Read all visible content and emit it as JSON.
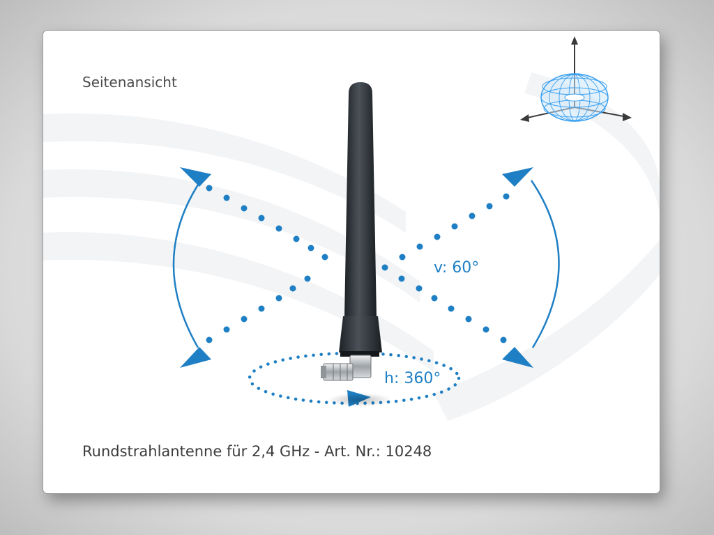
{
  "labels": {
    "view_title": "Seitenansicht",
    "vertical_angle": "v: 60°",
    "horizontal_angle": "h: 360°",
    "product_caption": "Rundstrahlantenne für 2,4 GHz - Art. Nr.: 10248"
  },
  "colors": {
    "accent_blue": "#1f7fc4",
    "antenna_body": "#2e3338",
    "pattern_blue": "#3aa0f0",
    "text_gray": "#4b4b4b"
  },
  "icons": {
    "radiation_pattern": "toroid-radiation-pattern-icon",
    "antenna": "rubber-duck-antenna",
    "connector": "sma-angled-connector"
  }
}
